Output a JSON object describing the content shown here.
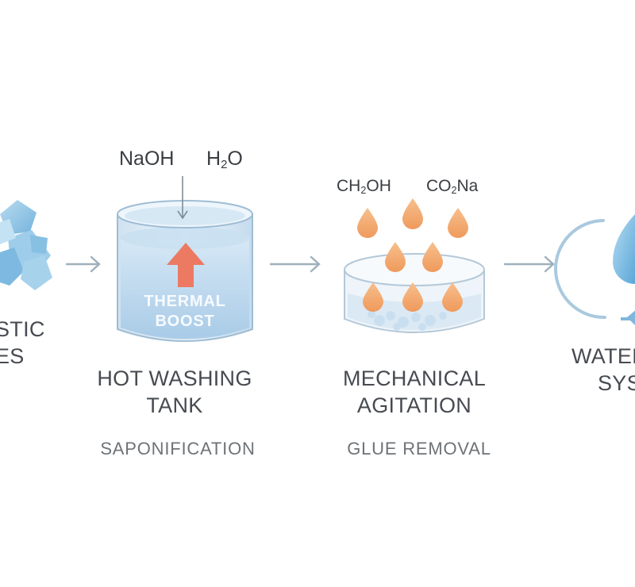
{
  "stage1": {
    "title_line1": "STIC",
    "title_line2": "ES"
  },
  "stage2": {
    "reagents": [
      "NaOH",
      "H",
      "2",
      "O"
    ],
    "badge_line1": "THERMAL",
    "badge_line2": "BOOST",
    "title_line1": "HOT WASHING",
    "title_line2": "TANK",
    "subtitle": "SAPONIFICATION"
  },
  "stage3": {
    "reagents": [
      "CH",
      "2",
      "OH",
      "CO",
      "2",
      "Na"
    ],
    "title_line1": "MECHANICAL",
    "title_line2": "AGITATION",
    "subtitle": "GLUE REMOVAL"
  },
  "stage4": {
    "title_line1": "WATER",
    "title_line2": "SYS"
  },
  "icons": [
    "flakes-icon",
    "arrow-right-icon",
    "tank-icon",
    "arrow-down-icon",
    "arrow-up-icon",
    "basin-icon",
    "droplet-icon",
    "cycle-icon"
  ],
  "colors": {
    "flakes": "#8ec3e2",
    "tank_water": "#bcd8ee",
    "boost_arrow": "#ec7a63",
    "droplet": "#f2a56a",
    "arrow": "#9aa8b4"
  }
}
